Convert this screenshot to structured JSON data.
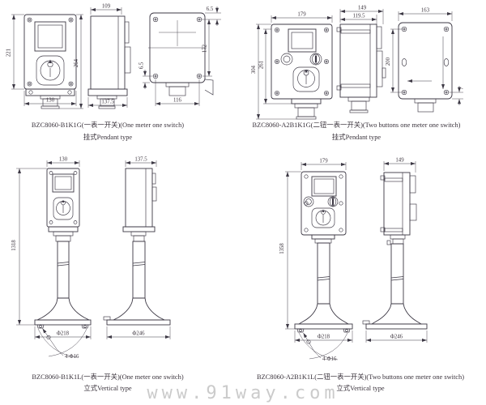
{
  "watermark": "www.91way.com",
  "colors": {
    "ink": "#3c3844",
    "text": "#3a333c",
    "watermark": "#cbcbcb"
  },
  "figures": {
    "pendant_one": {
      "model": "BZC8060-B1K1G(一表一开关)(One meter one switch)",
      "type": "挂式Pendant type",
      "dims": {
        "front_height": "221",
        "front_total_height": "264",
        "front_width": "130",
        "side_depth": "109",
        "side_total_depth": "137.5",
        "back_hole_width": "116",
        "back_hole_height": "172",
        "back_hole_offset_top": "6.5",
        "back_hole_offset_bottom": "6.5"
      }
    },
    "pendant_two": {
      "model": "BZC8060-A2B1K1G(二钮一表一开关)(Two buttons one meter one switch)",
      "type": "挂式Pendant type",
      "dims": {
        "front_width": "179",
        "front_total_height": "304",
        "front_height": "261",
        "side_total_depth": "149",
        "side_depth": "119.5",
        "back_hole_width": "163",
        "back_hole_height": "200",
        "back_hole_offset_bottom": "7"
      }
    },
    "vertical_one": {
      "model": "BZC8060-B1K1L(一表一开关)(One meter one switch)",
      "type": "立式Vertical type",
      "dims": {
        "front_width": "130",
        "total_height": "1318",
        "base_diameter_front": "Φ218",
        "side_depth": "137.5",
        "base_diameter_side": "Φ246",
        "mounting_holes": "4-Φ16"
      }
    },
    "vertical_two": {
      "model": "BZC8060-A2B1K1L(二钮一表一开关)(Two buttons one meter one switch)",
      "type": "立式Vertical type",
      "dims": {
        "front_width": "179",
        "total_height": "1358",
        "base_diameter_front": "Φ218",
        "side_depth": "149",
        "base_diameter_side": "Φ246",
        "mounting_holes": "4-Φ16"
      }
    }
  }
}
